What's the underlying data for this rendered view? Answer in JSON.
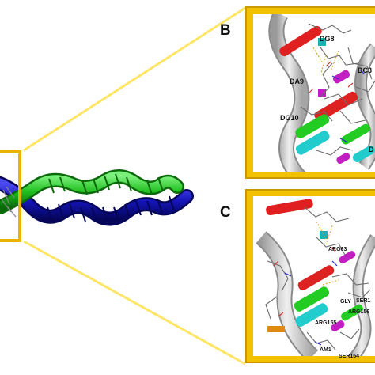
{
  "panels": {
    "b": {
      "letter": "B",
      "labels": [
        "DG8",
        "DC3",
        "DA9",
        "DG10",
        "D"
      ]
    },
    "c": {
      "letter": "C",
      "labels": [
        "ARG63",
        "GLY",
        "SER1",
        "ARG156",
        "ARG155",
        "AM1",
        "SER154"
      ]
    }
  },
  "colors": {
    "frame": "#e8b400",
    "frame_border": "#c99a00",
    "callout": "#ffe566",
    "helix_green": "#22c022",
    "helix_blue": "#1010b0",
    "dna_backbone": "#bdbdbd"
  }
}
